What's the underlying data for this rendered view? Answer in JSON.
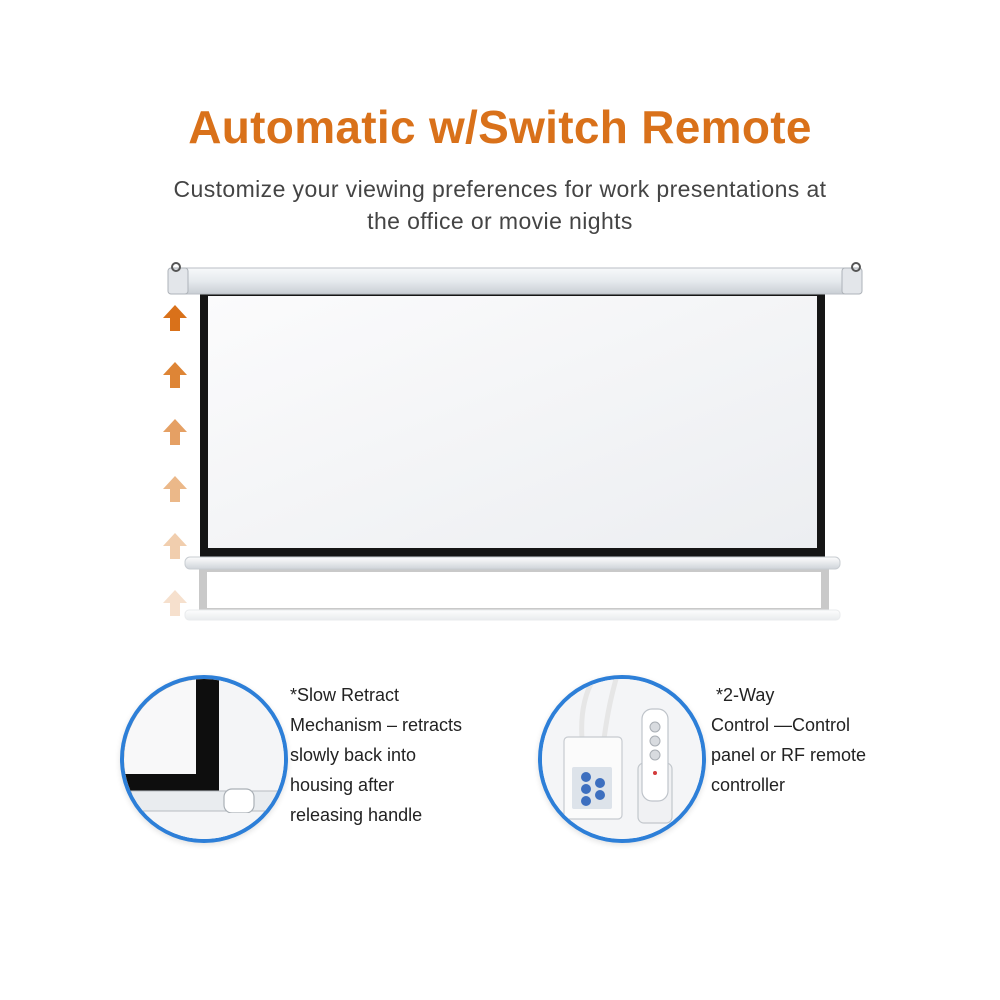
{
  "header": {
    "title": "Automatic w/Switch Remote",
    "subtitle_lines": [
      "Customize your viewing preferences for work presentations at",
      "the office or movie nights"
    ]
  },
  "colors": {
    "accent": "#d9711a",
    "circle_border": "#2d7fd8"
  },
  "arrows": {
    "icon": "up-arrow-icon",
    "colors": [
      "#d9711a",
      "#de8536",
      "#e5a064",
      "#ebb889",
      "#f1ceae",
      "#f6e0cd"
    ]
  },
  "features": [
    {
      "icon": "screen-corner-icon",
      "lines": [
        "*Slow Retract",
        "Mechanism – retracts",
        "slowly back into",
        "housing after",
        "releasing handle"
      ]
    },
    {
      "icon": "remote-control-icon",
      "lines": [
        " *2-Way",
        "Control —Control",
        "panel or RF remote",
        "controller"
      ]
    }
  ]
}
